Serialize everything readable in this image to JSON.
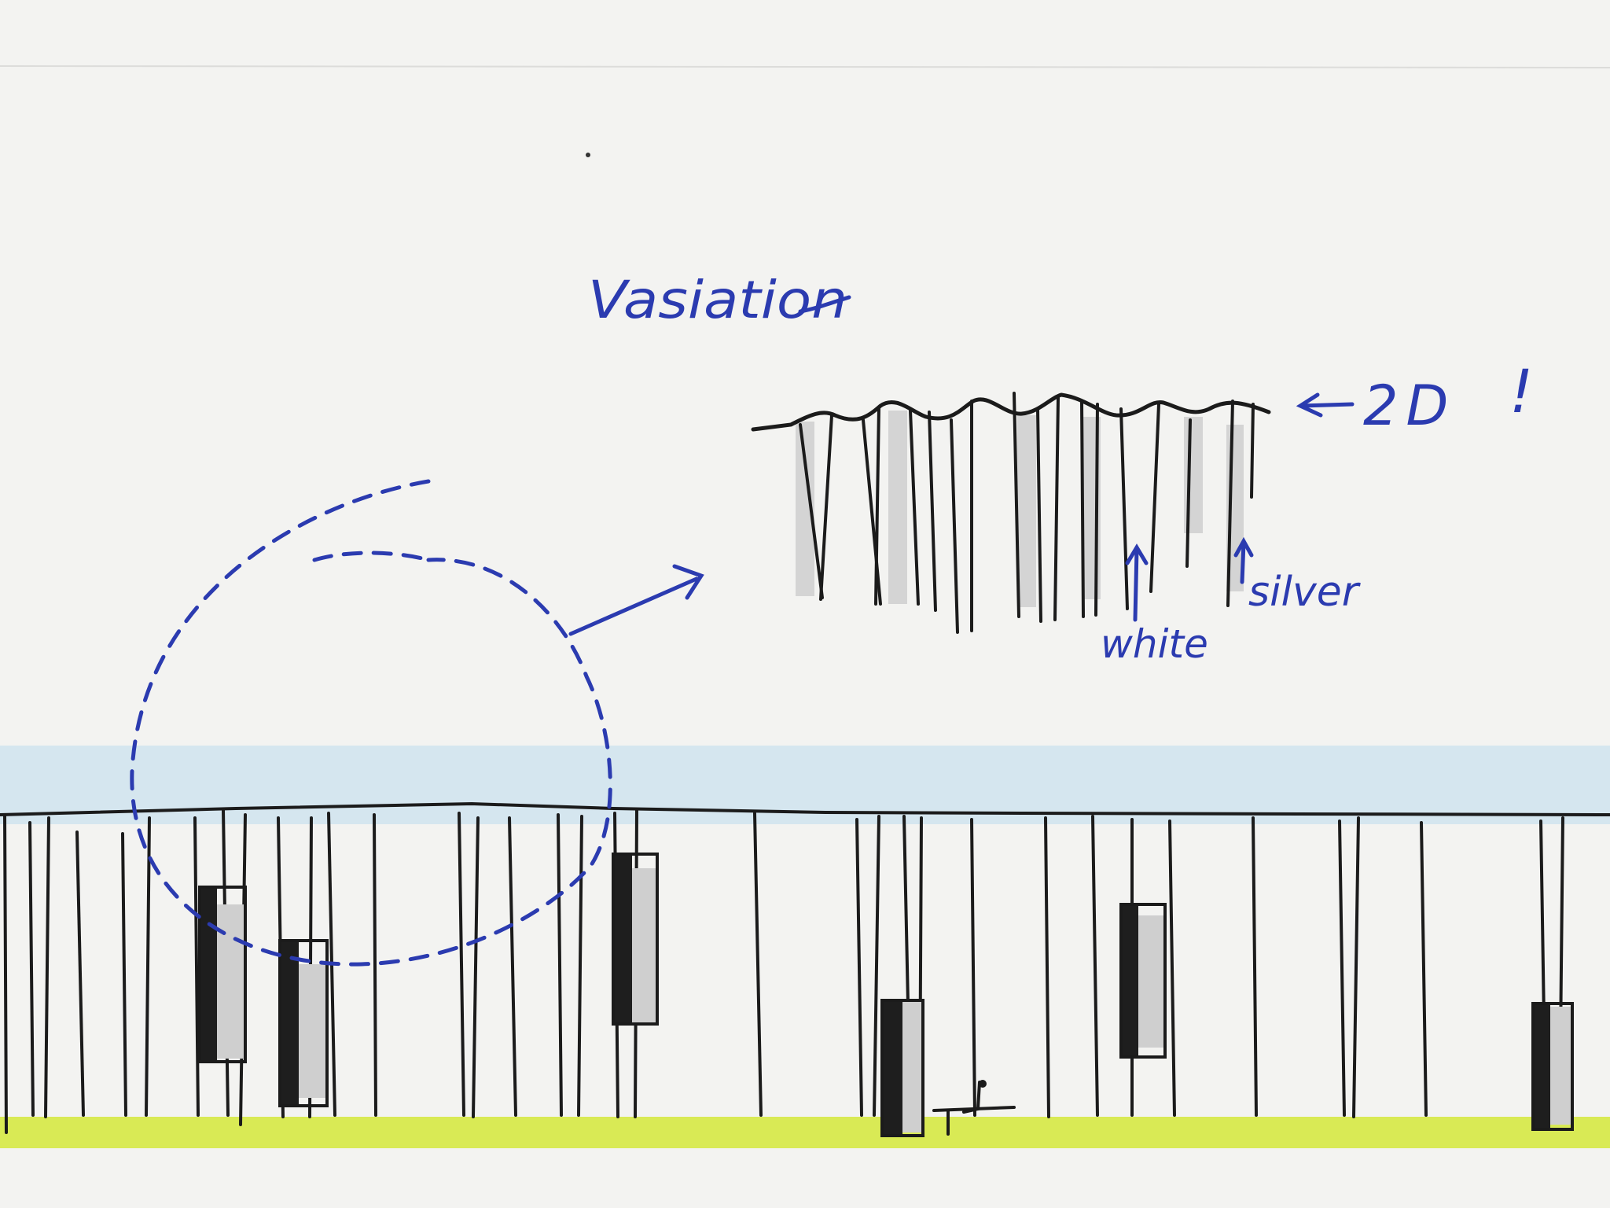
{
  "title": "Vasiation",
  "labels": {
    "two_d": "2D",
    "exclaim": "!",
    "white": "white",
    "silver": "silver"
  },
  "colors": {
    "paper": "#f3f3f1",
    "ink_black": "#1b1b1b",
    "ink_blue": "#2b3bb0",
    "sky_wash": "#cfe2ec",
    "ground_wash": "#d6e84a",
    "silver_wash": "#cfcfcf"
  }
}
